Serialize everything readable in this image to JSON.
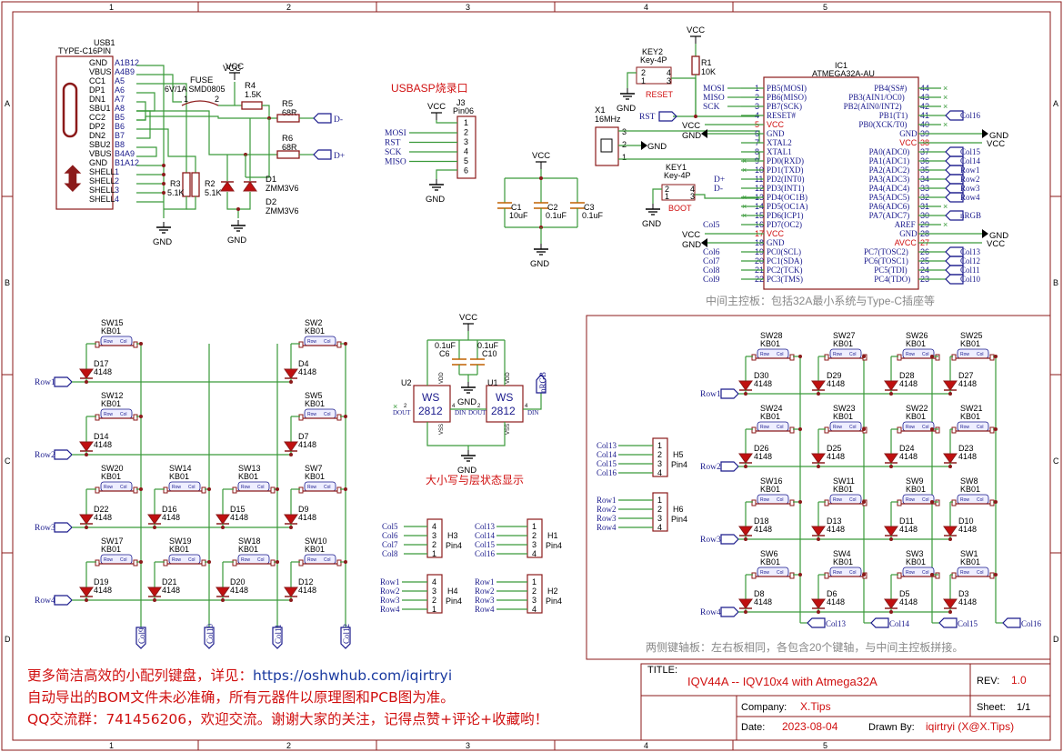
{
  "frame": {
    "cols": [
      "1",
      "2",
      "3",
      "4",
      "5"
    ],
    "rows": [
      "A",
      "B",
      "C",
      "D"
    ]
  },
  "usb": {
    "ref": "USB1",
    "part": "TYPE-C16PIN",
    "pins_left": [
      "GND",
      "VBUS",
      "CC1",
      "DP1",
      "DN1",
      "SBU1",
      "CC2",
      "DP2",
      "DN2",
      "SBU2",
      "VBUS",
      "GND",
      "SHELL",
      "SHELL",
      "SHELL",
      "SHELL"
    ],
    "pins_num": [
      "A1B12",
      "A4B9",
      "A5",
      "A6",
      "A7",
      "A8",
      "B5",
      "B6",
      "B7",
      "B8",
      "B4A9",
      "B1A12",
      "1",
      "2",
      "3",
      "4"
    ]
  },
  "fuse": {
    "ref": "FUSE",
    "value": "6V/1A SMD0805",
    "p1": "1",
    "p2": "2"
  },
  "r4": {
    "ref": "R4",
    "value": "1.5K"
  },
  "r5": {
    "ref": "R5",
    "value": "68R"
  },
  "r6": {
    "ref": "R6",
    "value": "68R"
  },
  "r3": {
    "ref": "R3",
    "value": "5.1K"
  },
  "r2": {
    "ref": "R2",
    "value": "5.1K"
  },
  "d1": {
    "ref": "D1",
    "value": "ZMM3V6"
  },
  "d2": {
    "ref": "D2",
    "value": "ZMM3V6"
  },
  "net": {
    "vcc": "VCC",
    "gnd": "GND",
    "dminus": "D-",
    "dplus": "D+",
    "rst": "RST"
  },
  "usbasp": {
    "title": "USBASP烧录口",
    "ref": "J3",
    "part": "Pin06",
    "nets": [
      "MOSI",
      "RST",
      "SCK",
      "MISO"
    ],
    "pins": [
      "1",
      "2",
      "3",
      "4",
      "5",
      "6"
    ]
  },
  "caps": [
    {
      "ref": "C1",
      "value": "10uF"
    },
    {
      "ref": "C2",
      "value": "0.1uF"
    },
    {
      "ref": "C3",
      "value": "0.1uF"
    }
  ],
  "x1": {
    "ref": "X1",
    "value": "16MHz",
    "pins": [
      "3",
      "2",
      "1"
    ]
  },
  "key2": {
    "ref": "KEY2",
    "value": "Key-4P",
    "label": "RESET",
    "pins": [
      "2",
      "4",
      "1",
      "3"
    ]
  },
  "key1": {
    "ref": "KEY1",
    "value": "Key-4P",
    "label": "BOOT",
    "pins": [
      "2",
      "4",
      "1",
      "3"
    ]
  },
  "r1": {
    "ref": "R1",
    "value": "10K"
  },
  "ic1": {
    "ref": "IC1",
    "part": "ATMEGA32A-AU",
    "left": [
      {
        "n": "1",
        "name": "PB5(MOSI)",
        "net": "MOSI"
      },
      {
        "n": "2",
        "name": "PB6(MISO)",
        "net": "MISO"
      },
      {
        "n": "3",
        "name": "PB7(SCK)",
        "net": "SCK"
      },
      {
        "n": "4",
        "name": "RESET#",
        "net": "RST"
      },
      {
        "n": "5",
        "name": "VCC",
        "net": "VCC"
      },
      {
        "n": "6",
        "name": "GND",
        "net": "GND"
      },
      {
        "n": "7",
        "name": "XTAL2",
        "net": ""
      },
      {
        "n": "8",
        "name": "XTAL1",
        "net": ""
      },
      {
        "n": "9",
        "name": "PD0(RXD)",
        "net": ""
      },
      {
        "n": "10",
        "name": "PD1(TXD)",
        "net": ""
      },
      {
        "n": "11",
        "name": "PD2(INT0)",
        "net": "D+"
      },
      {
        "n": "12",
        "name": "PD3(INT1)",
        "net": "D-"
      },
      {
        "n": "13",
        "name": "PD4(OC1B)",
        "net": ""
      },
      {
        "n": "14",
        "name": "PD5(OC1A)",
        "net": ""
      },
      {
        "n": "15",
        "name": "PD6(ICP1)",
        "net": ""
      },
      {
        "n": "16",
        "name": "PD7(OC2)",
        "net": "Col5"
      },
      {
        "n": "17",
        "name": "VCC",
        "net": "VCC"
      },
      {
        "n": "18",
        "name": "GND",
        "net": "GND"
      },
      {
        "n": "19",
        "name": "PC0(SCL)",
        "net": "Col6"
      },
      {
        "n": "20",
        "name": "PC1(SDA)",
        "net": "Col7"
      },
      {
        "n": "21",
        "name": "PC2(TCK)",
        "net": "Col8"
      },
      {
        "n": "22",
        "name": "PC3(TMS)",
        "net": "Col9"
      }
    ],
    "right": [
      {
        "n": "44",
        "name": "PB4(SS#)",
        "net": ""
      },
      {
        "n": "43",
        "name": "PB3(AIN1/OC0)",
        "net": ""
      },
      {
        "n": "42",
        "name": "PB2(AIN0/INT2)",
        "net": ""
      },
      {
        "n": "41",
        "name": "PB1(T1)",
        "net": "Col16"
      },
      {
        "n": "40",
        "name": "PB0(XCK/T0)",
        "net": ""
      },
      {
        "n": "39",
        "name": "GND",
        "net": "GND"
      },
      {
        "n": "38",
        "name": "VCC",
        "net": "VCC"
      },
      {
        "n": "37",
        "name": "PA0(ADC0)",
        "net": "Col15"
      },
      {
        "n": "36",
        "name": "PA1(ADC1)",
        "net": "Col14"
      },
      {
        "n": "35",
        "name": "PA2(ADC2)",
        "net": "Row1"
      },
      {
        "n": "34",
        "name": "PA3(ADC3)",
        "net": "Row2"
      },
      {
        "n": "33",
        "name": "PA4(ADC4)",
        "net": "Row3"
      },
      {
        "n": "32",
        "name": "PA5(ADC5)",
        "net": "Row4"
      },
      {
        "n": "31",
        "name": "PA6(ADC6)",
        "net": ""
      },
      {
        "n": "30",
        "name": "PA7(ADC7)",
        "net": "nRGB"
      },
      {
        "n": "29",
        "name": "AREF",
        "net": ""
      },
      {
        "n": "28",
        "name": "GND",
        "net": "GND"
      },
      {
        "n": "27",
        "name": "AVCC",
        "net": "VCC"
      },
      {
        "n": "26",
        "name": "PC7(TOSC2)",
        "net": "Col13"
      },
      {
        "n": "25",
        "name": "PC6(TOSC1)",
        "net": "Col12"
      },
      {
        "n": "24",
        "name": "PC5(TDI)",
        "net": "Col11"
      },
      {
        "n": "23",
        "name": "PC4(TDO)",
        "net": "Col10"
      }
    ]
  },
  "main_caption": "中间主控板：包括32A最小系统与Type-C插座等",
  "rgb": {
    "c6": {
      "ref": "C6",
      "value": "0.1uF"
    },
    "c10": {
      "ref": "C10",
      "value": "0.1uF"
    },
    "u2": {
      "ref": "U2",
      "part": "WS",
      "part2": "2812",
      "vdd": "VDD",
      "vss": "VSS",
      "dout": "DOUT",
      "din": "DIN"
    },
    "u1": {
      "ref": "U1",
      "part": "WS",
      "part2": "2812",
      "vdd": "VDD",
      "vss": "VSS",
      "dout": "DOUT",
      "din": "DIN"
    },
    "net": "nRGB",
    "caption": "大小写与层状态显示",
    "pins": {
      "vdd": "3",
      "vss": "1",
      "dout": "2",
      "din": "4"
    }
  },
  "left_keys": {
    "rows": [
      {
        "net": "Row1",
        "keys": [
          {
            "sw": "SW15",
            "d": "D17",
            "col": 0
          },
          {
            "sw": "SW2",
            "d": "D4",
            "col": 3
          }
        ]
      },
      {
        "net": "Row2",
        "keys": [
          {
            "sw": "SW12",
            "d": "D14",
            "col": 0
          },
          {
            "sw": "SW5",
            "d": "D7",
            "col": 3
          }
        ]
      },
      {
        "net": "Row3",
        "keys": [
          {
            "sw": "SW20",
            "d": "D22",
            "col": 0
          },
          {
            "sw": "SW14",
            "d": "D16",
            "col": 1
          },
          {
            "sw": "SW13",
            "d": "D15",
            "col": 2
          },
          {
            "sw": "SW7",
            "d": "D9",
            "col": 3
          }
        ]
      },
      {
        "net": "Row4",
        "keys": [
          {
            "sw": "SW17",
            "d": "D19",
            "col": 0
          },
          {
            "sw": "SW19",
            "d": "D21",
            "col": 1
          },
          {
            "sw": "SW18",
            "d": "D20",
            "col": 2
          },
          {
            "sw": "SW10",
            "d": "D12",
            "col": 3
          }
        ]
      }
    ],
    "cols": [
      "Col9",
      "Col10",
      "Col11",
      "Col12"
    ],
    "sw_value": "KB01",
    "d_value": "4148"
  },
  "right_keys": {
    "rows": [
      {
        "net": "Row1",
        "keys": [
          {
            "sw": "SW28",
            "d": "D30"
          },
          {
            "sw": "SW27",
            "d": "D29"
          },
          {
            "sw": "SW26",
            "d": "D28"
          },
          {
            "sw": "SW25",
            "d": "D27"
          }
        ]
      },
      {
        "net": "Row2",
        "keys": [
          {
            "sw": "SW24",
            "d": "D26"
          },
          {
            "sw": "SW23",
            "d": "D25"
          },
          {
            "sw": "SW22",
            "d": "D24"
          },
          {
            "sw": "SW21",
            "d": "D23"
          }
        ]
      },
      {
        "net": "Row3",
        "keys": [
          {
            "sw": "SW16",
            "d": "D18"
          },
          {
            "sw": "SW11",
            "d": "D13"
          },
          {
            "sw": "SW9",
            "d": "D11"
          },
          {
            "sw": "SW8",
            "d": "D10"
          }
        ]
      },
      {
        "net": "Row4",
        "keys": [
          {
            "sw": "SW6",
            "d": "D8"
          },
          {
            "sw": "SW4",
            "d": "D6"
          },
          {
            "sw": "SW3",
            "d": "D5"
          },
          {
            "sw": "SW1",
            "d": "D3"
          }
        ]
      }
    ],
    "cols": [
      "Col13",
      "Col14",
      "Col15",
      "Col16"
    ]
  },
  "headers": [
    {
      "ref": "H3",
      "part": "Pin4",
      "nets": [
        "Col5",
        "Col6",
        "Col7",
        "Col8"
      ],
      "pins": [
        "4",
        "3",
        "2",
        "1"
      ]
    },
    {
      "ref": "H1",
      "part": "Pin4",
      "nets": [
        "Col13",
        "Col14",
        "Col15",
        "Col16"
      ],
      "pins": [
        "1",
        "2",
        "3",
        "4"
      ]
    },
    {
      "ref": "H4",
      "part": "Pin4",
      "nets": [
        "Row1",
        "Row2",
        "Row3",
        "Row4"
      ],
      "pins": [
        "4",
        "3",
        "2",
        "1"
      ]
    },
    {
      "ref": "H2",
      "part": "Pin4",
      "nets": [
        "Row1",
        "Row2",
        "Row3",
        "Row4"
      ],
      "pins": [
        "1",
        "2",
        "3",
        "4"
      ]
    },
    {
      "ref": "H5",
      "part": "Pin4",
      "nets": [
        "Col13",
        "Col14",
        "Col15",
        "Col16"
      ],
      "pins": [
        "1",
        "2",
        "3",
        "4"
      ]
    },
    {
      "ref": "H6",
      "part": "Pin4",
      "nets": [
        "Row1",
        "Row2",
        "Row3",
        "Row4"
      ],
      "pins": [
        "1",
        "2",
        "3",
        "4"
      ]
    }
  ],
  "side_caption": "两侧键轴板：左右板相同，各包含20个键轴，与中间主控板拼接。",
  "notes": {
    "line1_pre": "更多简洁高效的小配列键盘，详见：",
    "line1_link": "https://oshwhub.com/iqirtryi",
    "line2": "自动导出的BOM文件未必准确，所有元器件以原理图和PCB图为准。",
    "line3": "QQ交流群：741456206，欢迎交流。谢谢大家的关注，记得点赞+评论+收藏哟！"
  },
  "title_block": {
    "title_label": "TITLE:",
    "title": "IQV44A -- IQV10x4 with Atmega32A",
    "rev_label": "REV:",
    "rev": "1.0",
    "company_label": "Company:",
    "company": "X.Tips",
    "sheet_label": "Sheet:",
    "sheet": "1/1",
    "date_label": "Date:",
    "date": "2023-08-04",
    "drawn_label": "Drawn By:",
    "drawn": "iqirtryi (X@X.Tips)"
  }
}
